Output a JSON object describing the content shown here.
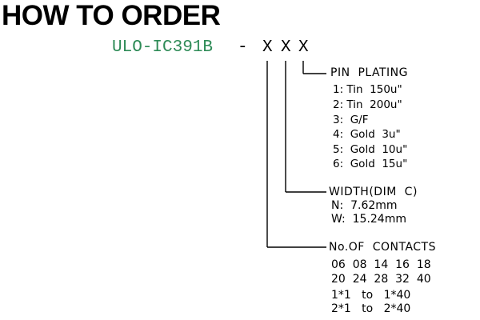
{
  "title": "HOW TO ORDER",
  "part_number": "ULO-IC391B",
  "separator": "-",
  "codes": [
    "X",
    "X",
    "X"
  ],
  "pin_plating": {
    "heading": "PIN  PLATING",
    "options": [
      "1: Tin  150u\"",
      "2: Tin  200u\"",
      "3:  G/F",
      "4:  Gold  3u\"",
      "5:  Gold  10u\"",
      "6:  Gold  15u\""
    ]
  },
  "width": {
    "heading": "WIDTH(DIM  C)",
    "options": [
      "N:  7.62mm",
      "W:  15.24mm"
    ]
  },
  "contacts": {
    "heading": "No.OF  CONTACTS",
    "rows": [
      "06  08  14  16  18",
      "20  24  28  32  40",
      "1*1   to   1*40",
      "2*1   to   2*40"
    ]
  }
}
